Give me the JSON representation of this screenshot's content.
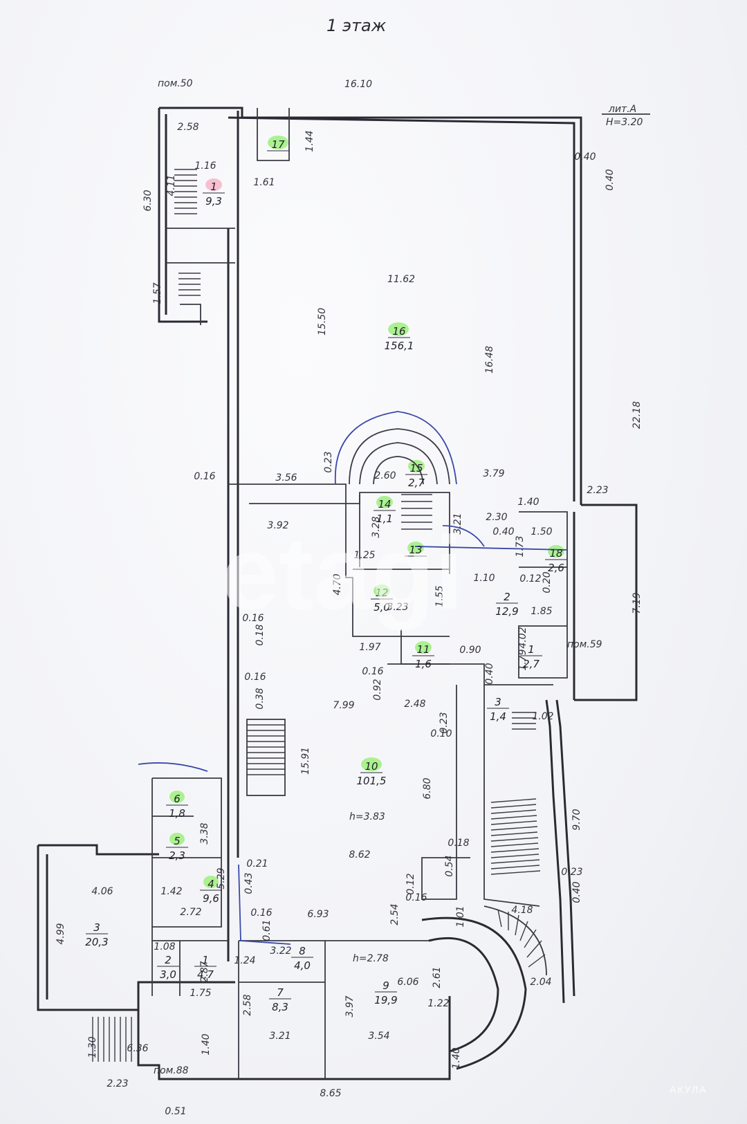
{
  "title": "1 этаж",
  "watermark": "etagi",
  "corner_mark": "АКУЛА",
  "lit_label": "лит.А",
  "lit_height": "H=3.20",
  "rooms": [
    {
      "id": "r1",
      "num": "1",
      "area": "9,3"
    },
    {
      "id": "r17",
      "num": "17",
      "area": ""
    },
    {
      "id": "r16",
      "num": "16",
      "area": "156,1"
    },
    {
      "id": "r15",
      "num": "15",
      "area": "2,7"
    },
    {
      "id": "r14",
      "num": "14",
      "area": "1,1"
    },
    {
      "id": "r13",
      "num": "13",
      "area": ""
    },
    {
      "id": "r12",
      "num": "12",
      "area": "5,0"
    },
    {
      "id": "r11",
      "num": "11",
      "area": "1,6"
    },
    {
      "id": "r18",
      "num": "18",
      "area": "2,6"
    },
    {
      "id": "r2u",
      "num": "2",
      "area": "12,9"
    },
    {
      "id": "r1u",
      "num": "1",
      "area": "2,7"
    },
    {
      "id": "r3u",
      "num": "3",
      "area": "1,4"
    },
    {
      "id": "r10",
      "num": "10",
      "area": "101,5"
    },
    {
      "id": "r6",
      "num": "6",
      "area": "1,8"
    },
    {
      "id": "r5",
      "num": "5",
      "area": "2,3"
    },
    {
      "id": "r4",
      "num": "4",
      "area": "9,6"
    },
    {
      "id": "r3",
      "num": "3",
      "area": "20,3"
    },
    {
      "id": "r2",
      "num": "2",
      "area": "3,0"
    },
    {
      "id": "r1b",
      "num": "1",
      "area": "4,7"
    },
    {
      "id": "r8",
      "num": "8",
      "area": "4,0"
    },
    {
      "id": "r7",
      "num": "7",
      "area": "8,3"
    },
    {
      "id": "r9",
      "num": "9",
      "area": "19,9"
    }
  ],
  "heights": {
    "h10": "h=3.83",
    "h9": "h=2.78"
  },
  "labels": {
    "pom50": "пом.50",
    "pom59": "пом.59",
    "pom88": "пом.88"
  },
  "dims": [
    "16.10",
    "2.58",
    "1.16",
    "4.11",
    "6.30",
    "1.57",
    "1.44",
    "1.61",
    "0.40",
    "0.40",
    "11.62",
    "15.50",
    "16.48",
    "22.18",
    "0.16",
    "3.56",
    "0.23",
    "2.60",
    "3.79",
    "2.23",
    "1.40",
    "3.92",
    "3.28",
    "2.30",
    "0.40",
    "1.50",
    "3.21",
    "1.73",
    "1.25",
    "4.70",
    "1.55",
    "3.23",
    "1.10",
    "0.12",
    "0.20",
    "1.85",
    "7.19",
    "0.16",
    "0.18",
    "4.02",
    "1.97",
    "0.90",
    "0.40",
    "1.79",
    "0.16",
    "0.92",
    "0.16",
    "0.38",
    "7.99",
    "2.48",
    "0.23",
    "0.10",
    "1.02",
    "15.91",
    "6.80",
    "9.70",
    "3.38",
    "5.29",
    "0.54",
    "0.18",
    "8.62",
    "0.21",
    "0.43",
    "4.06",
    "1.42",
    "2.72",
    "0.12",
    "0.16",
    "0.23",
    "0.40",
    "2.54",
    "6.93",
    "1.01",
    "4.18",
    "0.16",
    "0.61",
    "4.99",
    "1.08",
    "2.87",
    "1.24",
    "3.22",
    "2.04",
    "2.58",
    "6.06",
    "2.61",
    "3.97",
    "1.22",
    "1.75",
    "3.21",
    "3.54",
    "1.30",
    "6.36",
    "1.40",
    "1.40",
    "2.23",
    "8.65",
    "0.51"
  ]
}
